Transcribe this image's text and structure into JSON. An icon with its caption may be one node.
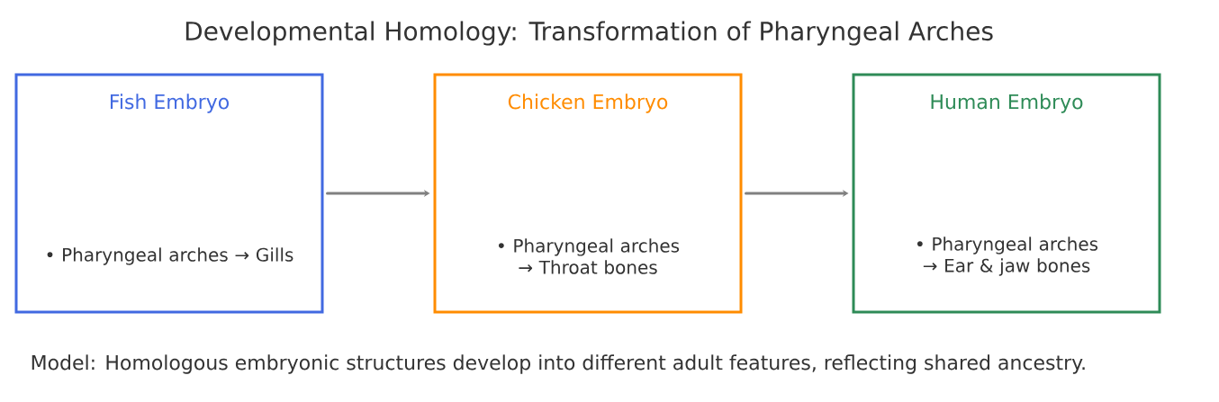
{
  "diagram": {
    "title": "Developmental Homology: Transformation of Pharyngeal Arches",
    "nodes": [
      {
        "text": [
          "Fish Embryo",
          "• Pharyngeal arches → Gills"
        ]
      },
      {
        "text": [
          "Chicken Embryo",
          "• Pharyngeal arches → Throat bones"
        ]
      },
      {
        "text": [
          "Human Embryo",
          "• Pharyngeal arches → Ear & jaw bones"
        ]
      }
    ],
    "edges": [
      {
        "from": 0,
        "to": 1,
        "arrow": "to"
      },
      {
        "from": 1,
        "to": 2,
        "arrow": "to"
      }
    ],
    "caption": "Model: Homologous embryonic structures develop into different adult features, reflecting shared ancestry."
  }
}
